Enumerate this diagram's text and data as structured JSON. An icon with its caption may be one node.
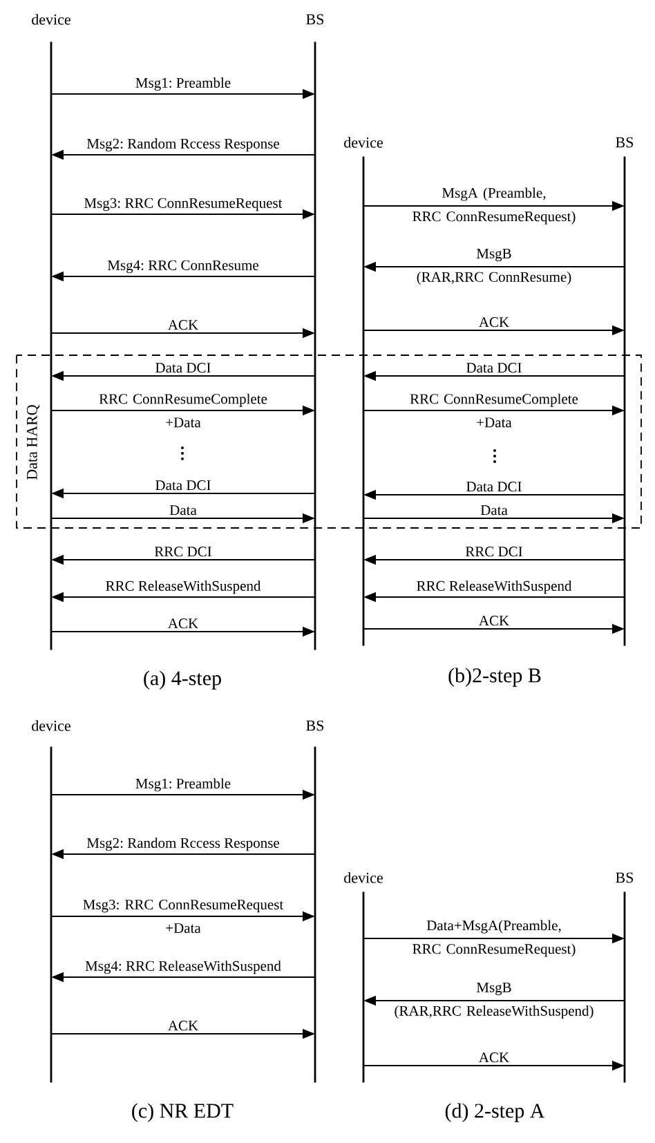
{
  "diagram": {
    "nodes": [
      {
        "text": [
          "device"
        ]
      },
      {
        "text": [
          "BS"
        ]
      },
      {
        "text": [
          "device"
        ]
      },
      {
        "text": [
          "BS"
        ]
      },
      {
        "text": [
          "device"
        ]
      },
      {
        "text": [
          "BS"
        ]
      },
      {
        "text": [
          "device"
        ]
      },
      {
        "text": [
          "BS"
        ]
      }
    ],
    "edges": [
      {
        "from": 0,
        "to": 1,
        "arrow": "to",
        "label": "Msg1: Preamble"
      },
      {
        "from": 1,
        "to": 0,
        "arrow": "to",
        "label": "Msg2: Random Rccess Response"
      },
      {
        "from": 0,
        "to": 1,
        "arrow": "to",
        "label": "Msg3: RRC ConnResumeRequest"
      },
      {
        "from": 1,
        "to": 0,
        "arrow": "to",
        "label": "Msg4: RRC ConnResume"
      },
      {
        "from": 0,
        "to": 1,
        "arrow": "to",
        "label": "ACK"
      },
      {
        "from": 1,
        "to": 0,
        "arrow": "to",
        "label": "Data DCI"
      },
      {
        "from": 0,
        "to": 1,
        "arrow": "to",
        "label": "RRC ConnResumeComplete +Data"
      },
      {
        "from": 1,
        "to": 0,
        "arrow": "to",
        "label": "Data DCI"
      },
      {
        "from": 0,
        "to": 1,
        "arrow": "to",
        "label": "Data"
      },
      {
        "from": 1,
        "to": 0,
        "arrow": "to",
        "label": "RRC DCI"
      },
      {
        "from": 1,
        "to": 0,
        "arrow": "to",
        "label": "RRC ReleaseWithSuspend"
      },
      {
        "from": 0,
        "to": 1,
        "arrow": "to",
        "label": "ACK"
      },
      {
        "from": 2,
        "to": 3,
        "arrow": "to",
        "label": "MsgA (Preamble, RRC ConnResumeRequest)"
      },
      {
        "from": 3,
        "to": 2,
        "arrow": "to",
        "label": "MsgB (RAR,RRC ConnResume)"
      },
      {
        "from": 2,
        "to": 3,
        "arrow": "to",
        "label": "ACK"
      },
      {
        "from": 3,
        "to": 2,
        "arrow": "to",
        "label": "Data DCI"
      },
      {
        "from": 2,
        "to": 3,
        "arrow": "to",
        "label": "RRC ConnResumeComplete +Data"
      },
      {
        "from": 3,
        "to": 2,
        "arrow": "to",
        "label": "Data DCI"
      },
      {
        "from": 2,
        "to": 3,
        "arrow": "to",
        "label": "Data"
      },
      {
        "from": 3,
        "to": 2,
        "arrow": "to",
        "label": "RRC DCI"
      },
      {
        "from": 3,
        "to": 2,
        "arrow": "to",
        "label": "RRC ReleaseWithSuspend"
      },
      {
        "from": 2,
        "to": 3,
        "arrow": "to",
        "label": "ACK"
      },
      {
        "from": 4,
        "to": 5,
        "arrow": "to",
        "label": "Msg1: Preamble"
      },
      {
        "from": 5,
        "to": 4,
        "arrow": "to",
        "label": "Msg2: Random Rccess Response"
      },
      {
        "from": 4,
        "to": 5,
        "arrow": "to",
        "label": "Msg3: RRC ConnResumeRequest +Data"
      },
      {
        "from": 5,
        "to": 4,
        "arrow": "to",
        "label": "Msg4: RRC ReleaseWithSuspend"
      },
      {
        "from": 4,
        "to": 5,
        "arrow": "to",
        "label": "ACK"
      },
      {
        "from": 6,
        "to": 7,
        "arrow": "to",
        "label": "Data+MsgA(Preamble, RRC ConnResumeRequest)"
      },
      {
        "from": 7,
        "to": 6,
        "arrow": "to",
        "label": "MsgB (RAR,RRC ReleaseWithSuspend)"
      },
      {
        "from": 6,
        "to": 7,
        "arrow": "to",
        "label": "ACK"
      }
    ],
    "labels": [
      "Data HARQ",
      "(a) 4-step",
      "(b)2-step B",
      "(c) NR EDT",
      "(d) 2-step A"
    ]
  }
}
